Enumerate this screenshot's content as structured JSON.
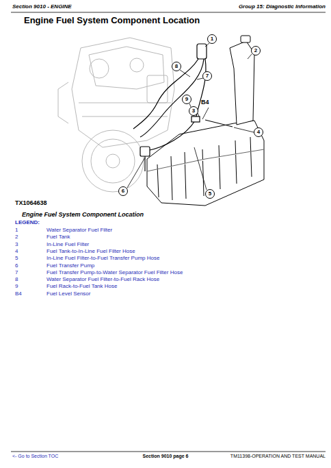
{
  "diagram": {
    "title": "Engine Fuel System Component Location",
    "caption": "Engine Fuel System Component Location",
    "nodes": [
      {
        "text": [
          "1"
        ]
      },
      {
        "text": [
          "2"
        ]
      },
      {
        "text": [
          "8"
        ]
      },
      {
        "text": [
          "7"
        ]
      },
      {
        "text": [
          "9"
        ]
      },
      {
        "text": [
          "3"
        ]
      },
      {
        "text": [
          "4"
        ]
      },
      {
        "text": [
          "6"
        ]
      },
      {
        "text": [
          "5"
        ]
      }
    ],
    "labels": [
      "Section 9010 - ENGINE",
      "Group 15: Diagnostic Information",
      "B4",
      "TX1064638",
      "LEGEND:",
      "1",
      "Water Separator Fuel Filter",
      "2",
      "Fuel Tank",
      "3",
      "In-Line Fuel Filter",
      "4",
      "Fuel Tank-to-In-Line Fuel Filter Hose",
      "5",
      "In-Line Fuel Filter-to-Fuel Transfer Pump Hose",
      "6",
      "Fuel Transfer Pump",
      "7",
      "Fuel Transfer Pump-to-Water Separator Fuel Filter Hose",
      "8",
      "Water Separator Fuel Filter-to-Fuel Rack Hose",
      "9",
      "Fuel Rack-to-Fuel Tank Hose",
      "B4",
      "Fuel Level Sensor",
      "<- Go to Section TOC",
      "Section 9010 page 6",
      "TM11398-OPERATION AND TEST MANUAL"
    ]
  }
}
